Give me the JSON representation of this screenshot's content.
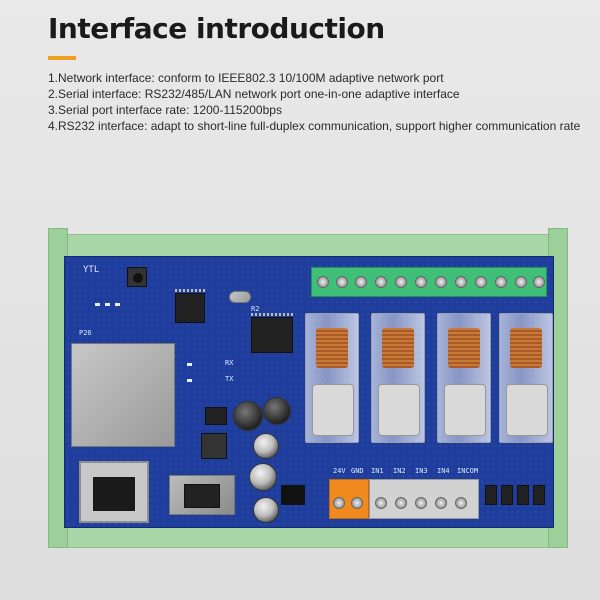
{
  "page": {
    "title": "Interface introduction",
    "accent_color": "#f0a020"
  },
  "features": [
    {
      "num": "1.",
      "text": "Network interface: conform to IEEE802.3 10/100M adaptive network port"
    },
    {
      "num": "2.",
      "text": "Serial interface: RS232/485/LAN network port one-in-one adaptive interface"
    },
    {
      "num": "3.",
      "text": "Serial port interface rate: 1200-115200bps"
    },
    {
      "num": "4.",
      "text": "RS232 interface: adapt to short-line full-duplex communication, support higher communication rate"
    }
  ],
  "board": {
    "silk_brand": "YTL",
    "silk_p26": "P26",
    "silk_r2": "R2",
    "silk_rx": "RX",
    "silk_tx": "TX",
    "silk_power": "24V",
    "silk_gnd": "GND",
    "input_labels": [
      "IN1",
      "IN2",
      "IN3",
      "IN4",
      "INCOM"
    ],
    "pcb_color": "#1f3d9a",
    "rail_color": "#a9d6a7",
    "terminal_color": "#3fbf78"
  }
}
